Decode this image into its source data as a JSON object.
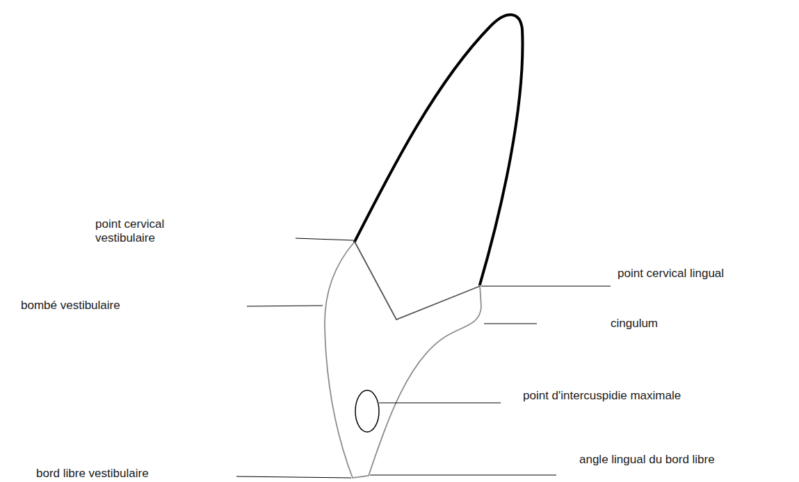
{
  "diagram": {
    "labels": [
      "point cervical vestibulaire",
      "bombé vestibulaire",
      "bord libre vestibulaire",
      "point cervical lingual",
      "cingulum",
      "point d'intercuspidie maximale",
      "angle lingual du bord libre"
    ]
  }
}
